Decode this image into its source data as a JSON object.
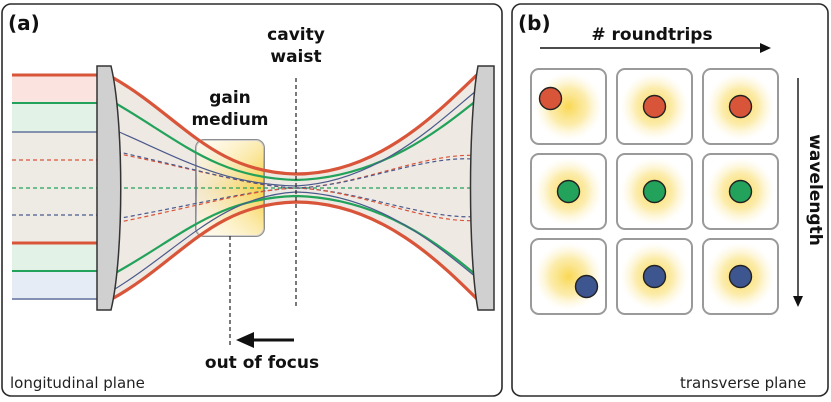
{
  "panel_a": {
    "tag": "(a)",
    "cavity_label_line1": "cavity",
    "cavity_label_line2": "waist",
    "gain_label_line1": "gain",
    "gain_label_line2": "medium",
    "focus_label": "out of focus",
    "plane_label": "longitudinal plane"
  },
  "panel_b": {
    "tag": "(b)",
    "x_axis_label": "# roundtrips",
    "y_axis_label": "wavelength",
    "plane_label": "transverse plane",
    "grid_rows": [
      {
        "color": "#d9553a",
        "spots": [
          "off-center-left",
          "center",
          "center"
        ]
      },
      {
        "color": "#22a25a",
        "spots": [
          "center",
          "center",
          "center"
        ]
      },
      {
        "color": "#3e5690",
        "spots": [
          "off-center-right",
          "center",
          "center"
        ]
      }
    ]
  },
  "colors": {
    "red": "#d9553a",
    "green": "#22a25a",
    "blue": "#4a5a8c",
    "glow": "#f7cf3a",
    "frame": "#333333",
    "mirror": "#d0d0d0"
  }
}
